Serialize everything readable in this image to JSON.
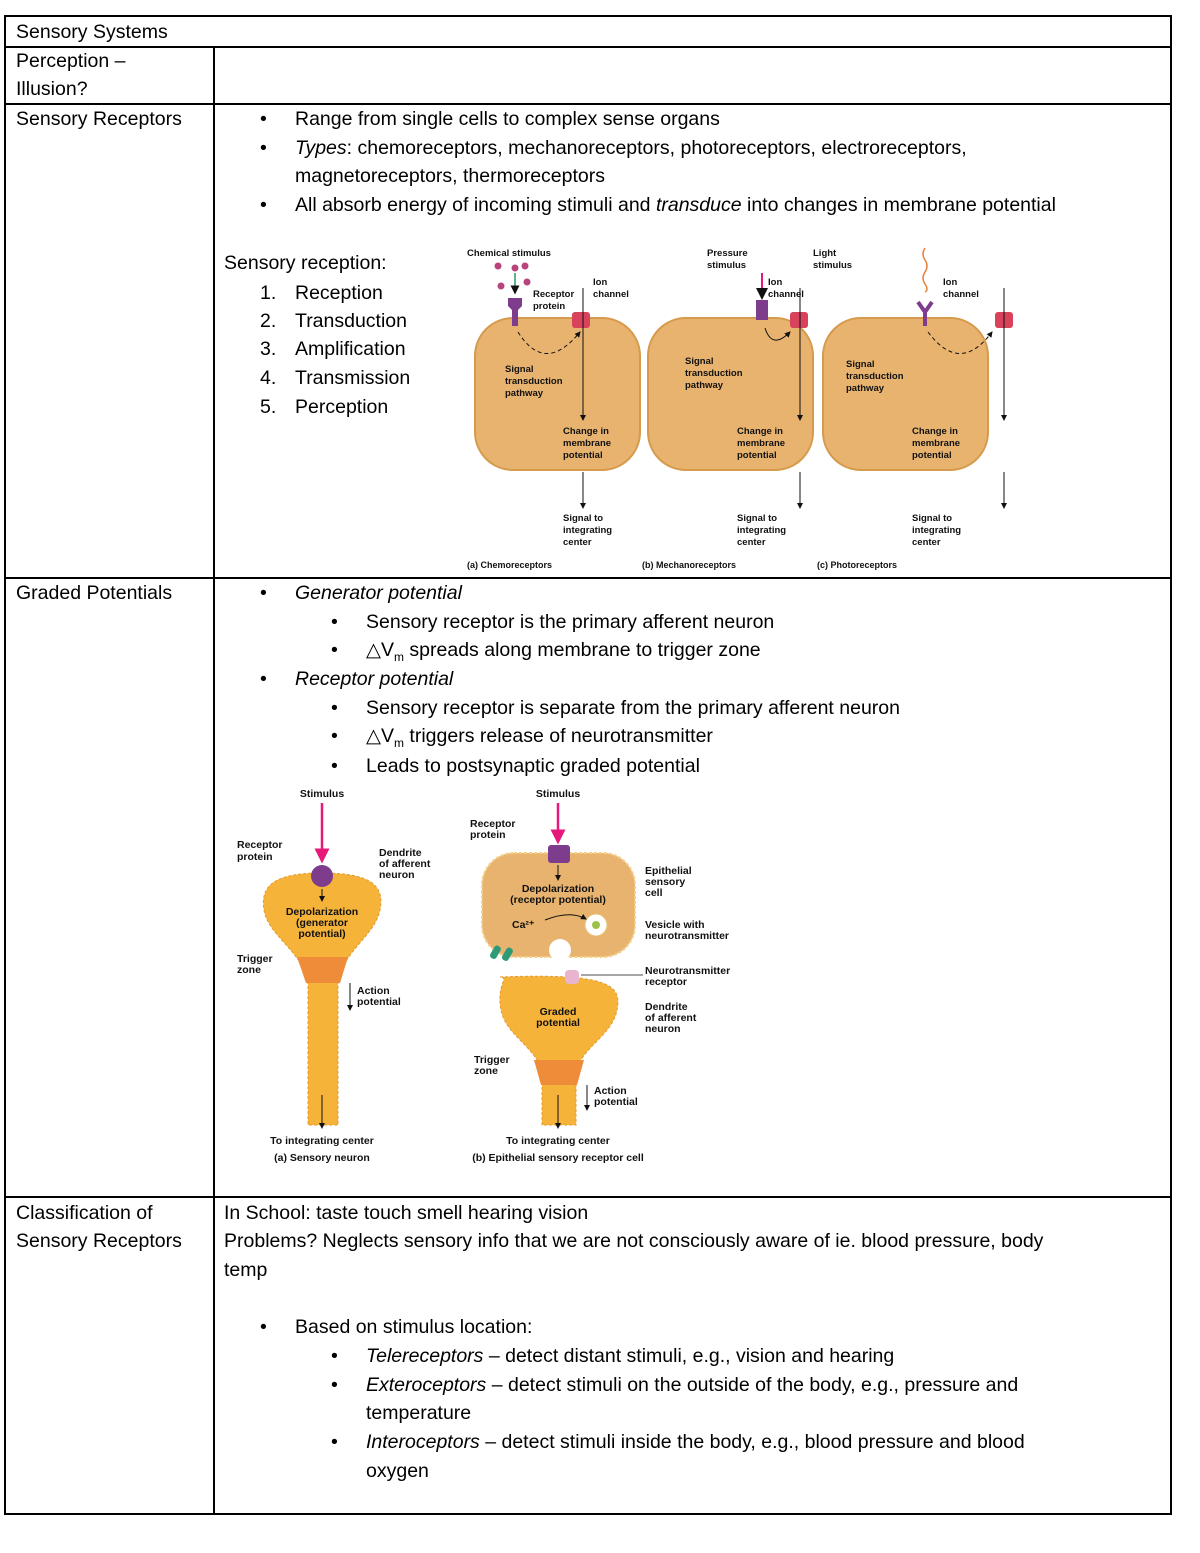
{
  "table": {
    "title": "Sensory Systems",
    "rows": [
      {
        "label_lines": [
          "Perception –",
          "Illusion?"
        ]
      },
      {
        "label": "Sensory Receptors",
        "bullets": [
          "Range from single cells to complex sense organs",
          {
            "em": "Types",
            "rest": ": chemoreceptors, mechanoreceptors, photoreceptors, electroreceptors,",
            "cont": "magnetoreceptors, thermoreceptors"
          },
          {
            "pre": "All absorb energy of incoming stimuli and ",
            "em": "transduce",
            "rest": " into changes in membrane potential"
          }
        ],
        "reception_title": "Sensory reception:",
        "steps": [
          "Reception",
          "Transduction",
          "Amplification",
          "Transmission",
          "Perception"
        ]
      },
      {
        "label": "Graded Potentials",
        "generator": {
          "title": "Generator potential",
          "items": [
            "Sensory receptor is the primary afferent neuron",
            {
              "pre": "△V",
              "sub": "m",
              "rest": " spreads along membrane to trigger zone"
            }
          ]
        },
        "receptor": {
          "title": "Receptor potential",
          "items": [
            "Sensory receptor is separate from the primary afferent neuron",
            {
              "pre": "△V",
              "sub": "m",
              "rest": " triggers release of neurotransmitter"
            },
            "Leads to postsynaptic graded potential"
          ]
        }
      },
      {
        "label_lines": [
          "Classification of",
          "Sensory Receptors"
        ],
        "lines": [
          "In School: taste touch smell hearing vision",
          "Problems? Neglects sensory info that we are not consciously aware of ie. blood pressure, body",
          "temp"
        ],
        "bullet": "Based on stimulus location:",
        "subitems": [
          {
            "em": "Telereceptors",
            "rest": " – detect distant stimuli, e.g., vision and hearing"
          },
          {
            "em": "Exteroceptors",
            "rest": " – detect stimuli on the outside of the body, e.g., pressure and",
            "cont": "temperature"
          },
          {
            "em": "Interoceptors",
            "rest": " – detect stimuli inside the body, e.g., blood pressure and blood",
            "cont": "oxygen"
          }
        ]
      }
    ]
  },
  "figure1": {
    "a": {
      "stimulus": [
        "Chemical stimulus"
      ],
      "receptor": [
        "Receptor",
        "protein"
      ],
      "ion": [
        "Ion",
        "channel"
      ],
      "pathway": [
        "Signal",
        "transduction",
        "pathway"
      ],
      "change": [
        "Change in",
        "membrane",
        "potential"
      ],
      "signal": [
        "Signal to",
        "integrating",
        "center"
      ],
      "caption": "(a) Chemoreceptors"
    },
    "b": {
      "stimulus": [
        "Pressure",
        "stimulus"
      ],
      "ion": [
        "Ion",
        "channel"
      ],
      "pathway": [
        "Signal",
        "transduction",
        "pathway"
      ],
      "change": [
        "Change in",
        "membrane",
        "potential"
      ],
      "signal": [
        "Signal to",
        "integrating",
        "center"
      ],
      "caption": "(b) Mechanoreceptors"
    },
    "c": {
      "stimulus": [
        "Light",
        "stimulus"
      ],
      "ion": [
        "Ion",
        "channel"
      ],
      "pathway": [
        "Signal",
        "transduction",
        "pathway"
      ],
      "change": [
        "Change in",
        "membrane",
        "potential"
      ],
      "signal": [
        "Signal to",
        "integrating",
        "center"
      ],
      "caption": "(c) Photoreceptors"
    }
  },
  "figure2": {
    "a": {
      "stimulus": "Stimulus",
      "receptor": [
        "Receptor",
        "protein"
      ],
      "dendrite": [
        "Dendrite",
        "of afferent",
        "neuron"
      ],
      "depol": [
        "Depolarization",
        "(generator",
        "potential)"
      ],
      "trigger": [
        "Trigger",
        "zone"
      ],
      "action": [
        "Action",
        "potential"
      ],
      "to": "To integrating center",
      "caption": "(a) Sensory neuron"
    },
    "b": {
      "stimulus": "Stimulus",
      "receptor": [
        "Receptor",
        "protein"
      ],
      "epithelial": [
        "Epithelial",
        "sensory",
        "cell"
      ],
      "depol": [
        "Depolarization",
        "(receptor potential)"
      ],
      "ca": "Ca²⁺",
      "vesicle": [
        "Vesicle with",
        "neurotransmitter"
      ],
      "ntreceptor": [
        "Neurotransmitter",
        "receptor"
      ],
      "dendrite": [
        "Dendrite",
        "of afferent",
        "neuron"
      ],
      "graded": [
        "Graded",
        "potential"
      ],
      "trigger": [
        "Trigger",
        "zone"
      ],
      "action": [
        "Action",
        "potential"
      ],
      "to": "To integrating center",
      "caption": "(b) Epithelial sensory receptor cell"
    }
  },
  "colors": {
    "cell": "#e8b36e",
    "neuron": "#f5b33a",
    "trigger": "#ee8c3a",
    "stimulus_arrow": "#e6197a",
    "receptor": "#7d3c8c",
    "ion_channel": "#d8425a"
  }
}
